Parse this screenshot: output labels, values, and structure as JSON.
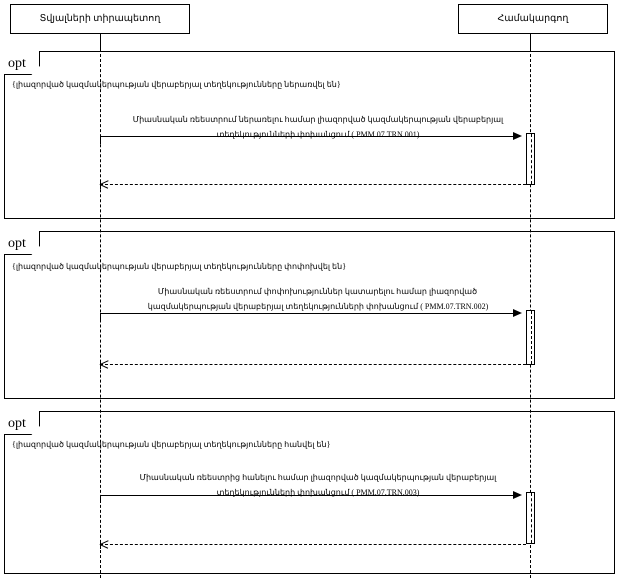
{
  "diagram": {
    "type": "uml-sequence-diagram",
    "title": "",
    "participants": [
      {
        "id": "data-owner",
        "label": "Տվյալների տիրապետող"
      },
      {
        "id": "coordinator",
        "label": "Համակարգող"
      }
    ],
    "fragments": [
      {
        "operator": "opt",
        "guard": "{լիազորված կազմակերպության վերաբերյալ տեղեկությունները ներառվել են}",
        "messages": [
          {
            "kind": "synchronous-call",
            "from": "data-owner",
            "to": "coordinator",
            "label_line1": "Միասնական ռեեստրում ներառելու համար լիազորված կազմակերպության վերաբերյալ",
            "label_line2": "տեղեկությունների փոխանցում ( PMM.07.TRN.001)"
          },
          {
            "kind": "reply",
            "from": "coordinator",
            "to": "data-owner",
            "label_line1": "",
            "label_line2": ""
          }
        ]
      },
      {
        "operator": "opt",
        "guard": "{լիազորված կազմակերպության վերաբերյալ տեղեկությունները փոփոխվել են}",
        "messages": [
          {
            "kind": "synchronous-call",
            "from": "data-owner",
            "to": "coordinator",
            "label_line1": "Միասնական ռեեստրում փոփոխություններ կատարելու համար լիազորված",
            "label_line2": "կազմակերպության վերաբերյալ տեղեկությունների փոխանցում ( PMM.07.TRN.002)"
          },
          {
            "kind": "reply",
            "from": "coordinator",
            "to": "data-owner",
            "label_line1": "",
            "label_line2": ""
          }
        ]
      },
      {
        "operator": "opt",
        "guard": "{լիազորված կազմակերպության վերաբերյալ տեղեկությունները հանվել են}",
        "messages": [
          {
            "kind": "synchronous-call",
            "from": "data-owner",
            "to": "coordinator",
            "label_line1": "Միասնական ռեեստրից հանելու համար լիազորված կազմակերպության վերաբերյալ",
            "label_line2": "տեղեկությունների փոխանցում ( PMM.07.TRN.003)"
          },
          {
            "kind": "reply",
            "from": "coordinator",
            "to": "data-owner",
            "label_line1": "",
            "label_line2": ""
          }
        ]
      }
    ],
    "colors": {
      "line": "#000000",
      "background": "#ffffff",
      "text": "#000000"
    }
  }
}
